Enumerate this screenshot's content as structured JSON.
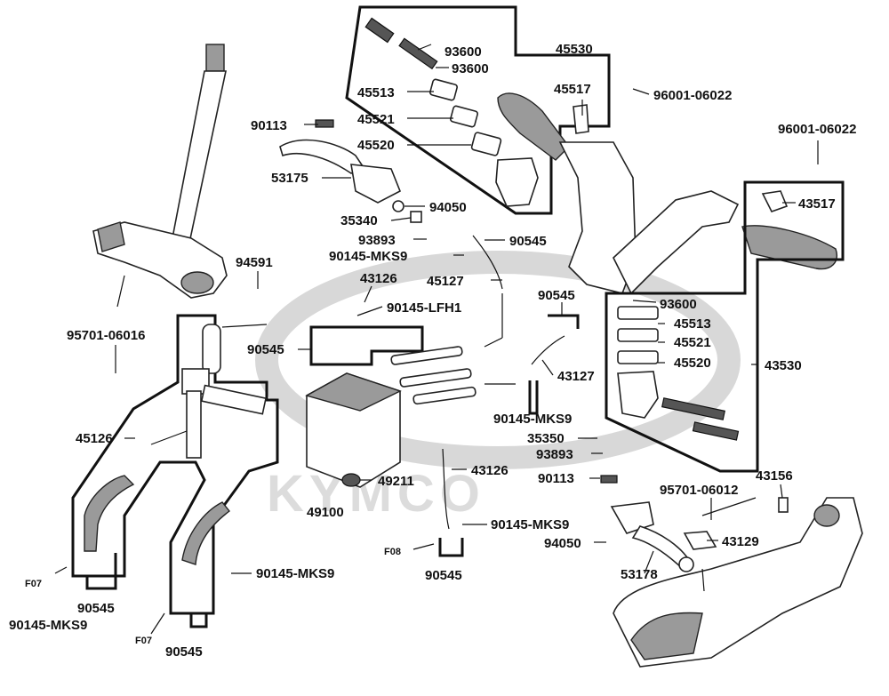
{
  "watermark": {
    "brand": "KYMCO"
  },
  "labels": {
    "p93600a": "93600",
    "p93600b": "93600",
    "p45530": "45530",
    "p45513a": "45513",
    "p45517": "45517",
    "p96001a": "96001-06022",
    "p45521a": "45521",
    "p90113a": "90113",
    "p45520a": "45520",
    "p96001b": "96001-06022",
    "p53175": "53175",
    "p43517": "43517",
    "p94050a": "94050",
    "p35340": "35340",
    "p90545a": "90545",
    "p93893a": "93893",
    "p90145a": "90145-MKS9",
    "p94591": "94591",
    "p43126a": "43126",
    "p45127": "45127",
    "p90545b": "90545",
    "p93600c": "93600",
    "p90145lfh": "90145-LFH1",
    "p45513b": "45513",
    "p95701a": "95701-06016",
    "p45521b": "45521",
    "p90545c": "90545",
    "p45520b": "45520",
    "p43530": "43530",
    "p43127": "43127",
    "p90145b": "90145-MKS9",
    "p45126": "45126",
    "p35350": "35350",
    "p93893b": "93893",
    "p49211": "49211",
    "p43126b": "43126",
    "p90113b": "90113",
    "p43156": "43156",
    "p95701b": "95701-06012",
    "p49100": "49100",
    "p90145c": "90145-MKS9",
    "pF08": "F08",
    "p94050b": "94050",
    "p43129": "43129",
    "pF07a": "F07",
    "p90145d": "90145-MKS9",
    "p53178": "53178",
    "p90545d": "90545",
    "p90545e": "90545",
    "p90145e": "90145-MKS9",
    "pF07b": "F07",
    "p90545f": "90545"
  }
}
